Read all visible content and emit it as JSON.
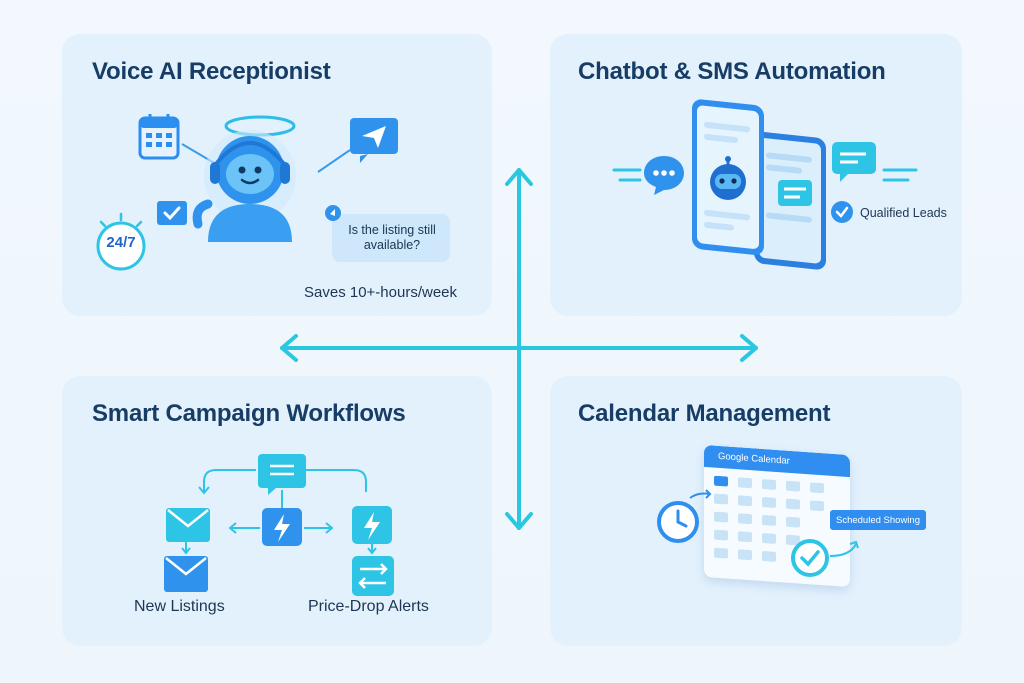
{
  "cards": {
    "voice": {
      "title": "Voice AI Receptionist",
      "badge": "24/7",
      "bubble_text": "Is the listing still available?",
      "caption": "Saves 10+-hours/week",
      "icons": [
        "calendar-icon",
        "robot-receptionist-icon",
        "halo-icon",
        "send-message-icon",
        "check-icon",
        "clock-247-icon"
      ]
    },
    "chatbot": {
      "title": "Chatbot & SMS Automation",
      "qualified_label": "Qualified Leads",
      "icons": [
        "chat-bubble-icon",
        "phone-icon",
        "robot-icon",
        "message-icon",
        "check-circle-icon"
      ]
    },
    "campaign": {
      "title": "Smart Campaign Workflows",
      "label_left": "New Listings",
      "label_right": "Price-Drop Alerts",
      "icons": [
        "message-icon",
        "email-icon",
        "lightning-icon",
        "transfer-icon"
      ]
    },
    "calendar": {
      "title": "Calendar Management",
      "calendar_header": "Google Calendar",
      "event_label": "Scheduled Showing",
      "icons": [
        "clock-icon",
        "calendar-grid-icon",
        "check-circle-icon"
      ]
    }
  },
  "colors": {
    "card_bg": "#e3f1fc",
    "title": "#173d66",
    "accent_blue": "#2f8ef0",
    "accent_cyan": "#22c8e4",
    "arrow": "#29c7e0"
  }
}
